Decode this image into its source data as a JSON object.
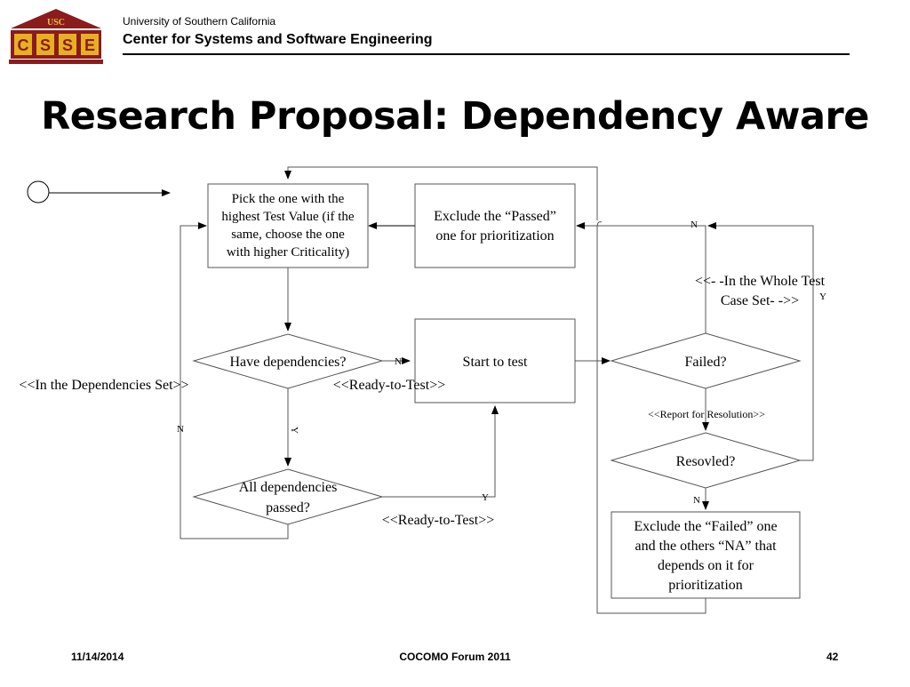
{
  "header": {
    "logo_text": "USC",
    "logo_letters": [
      "C",
      "S",
      "S",
      "E"
    ],
    "university": "University of Southern California",
    "center": "Center for Systems and Software Engineering"
  },
  "title": "Research Proposal: Dependency Aware",
  "diagram": {
    "pick_box": [
      "Pick the one with the",
      "highest Test Value (if the",
      "same, choose the one",
      "with higher Criticality)"
    ],
    "exclude_passed": [
      "Exclude the “Passed”",
      "one for prioritization"
    ],
    "have_deps": "Have dependencies?",
    "start_test": "Start to test",
    "failed": "Failed?",
    "all_deps_passed": [
      "All dependencies",
      "passed?"
    ],
    "resolved": "Resovled?",
    "exclude_failed": [
      "Exclude the “Failed” one",
      "and the others “NA” that",
      "depends on it for",
      "prioritization"
    ],
    "annotations": {
      "whole_test": [
        "<<- -In the Whole Test",
        "Case Set- ->>"
      ],
      "in_deps_set": "<<In the Dependencies Set>>",
      "ready_to_test_1": "<<Ready-to-Test>>",
      "ready_to_test_2": "<<Ready-to-Test>>",
      "report_resolution": "<<Report for Resolution>>"
    },
    "edge_labels": {
      "have_deps_no": "N",
      "have_deps_yes": "Y",
      "all_deps_no": "N",
      "all_deps_yes": "Y",
      "failed_no": "N",
      "resolved_yes": "Y",
      "resolved_no": "N"
    }
  },
  "footer": {
    "date": "11/14/2014",
    "event": "COCOMO Forum 2011",
    "page": "42"
  },
  "colors": {
    "logo_maroon": "#8a1c1c",
    "logo_gold": "#e8b020"
  }
}
